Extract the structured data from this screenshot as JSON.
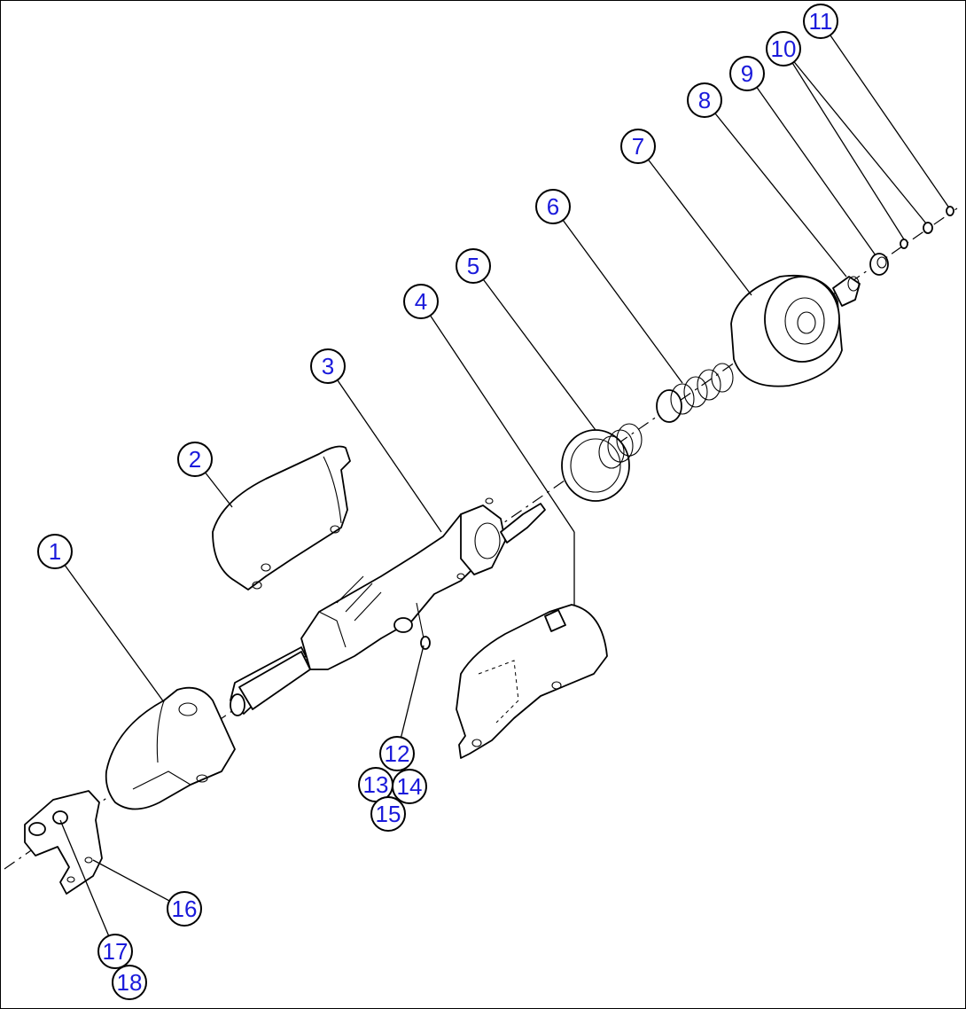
{
  "diagram": {
    "callouts": [
      {
        "id": "1",
        "label": "1"
      },
      {
        "id": "2",
        "label": "2"
      },
      {
        "id": "3",
        "label": "3"
      },
      {
        "id": "4",
        "label": "4"
      },
      {
        "id": "5",
        "label": "5"
      },
      {
        "id": "6",
        "label": "6"
      },
      {
        "id": "7",
        "label": "7"
      },
      {
        "id": "8",
        "label": "8"
      },
      {
        "id": "9",
        "label": "9"
      },
      {
        "id": "10",
        "label": "10"
      },
      {
        "id": "11",
        "label": "11"
      },
      {
        "id": "12",
        "label": "12"
      },
      {
        "id": "13",
        "label": "13"
      },
      {
        "id": "14",
        "label": "14"
      },
      {
        "id": "15",
        "label": "15"
      },
      {
        "id": "16",
        "label": "16"
      },
      {
        "id": "17",
        "label": "17"
      },
      {
        "id": "18",
        "label": "18"
      }
    ],
    "colors": {
      "callout_text": "#1a1adb",
      "line": "#000000",
      "background": "#ffffff"
    }
  }
}
